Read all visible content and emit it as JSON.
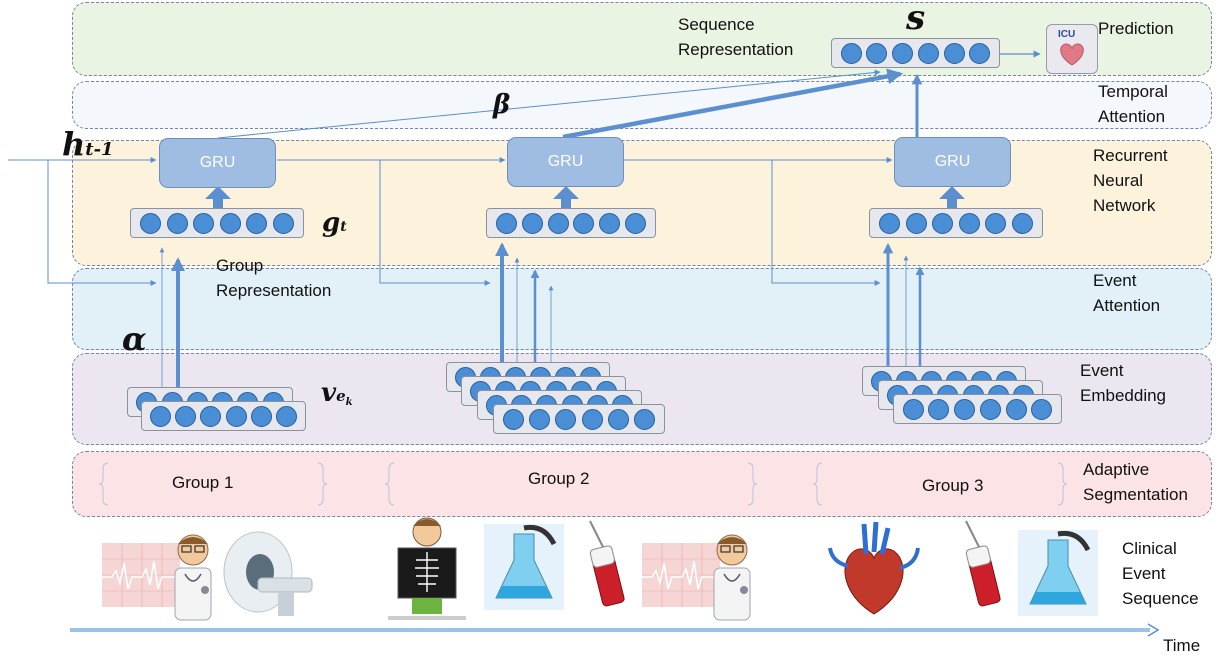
{
  "layers": {
    "prediction": "Prediction",
    "temporal_attention": "Temporal\nAttention",
    "rnn": "Recurrent\nNeural\nNetwork",
    "event_attention": "Event\nAttention",
    "event_embedding": "Event\nEmbedding",
    "adaptive_segmentation": "Adaptive\nSegmentation",
    "clinical_event_sequence": "Clinical\nEvent\nSequence"
  },
  "labels": {
    "sequence_representation": "Sequence\nRepresentation",
    "group_representation": "Group\nRepresentation",
    "gru": "GRU",
    "time": "Time",
    "icu": "ICU"
  },
  "math": {
    "s": "s",
    "beta": "β",
    "alpha": "α",
    "h": "h",
    "h_sub": "t-1",
    "g": "g",
    "g_sub": "t",
    "v": "v",
    "v_sub": "e",
    "v_subsub": "k"
  },
  "groups": [
    "Group 1",
    "Group 2",
    "Group 3"
  ],
  "icons": [
    "ecg-icon",
    "doctor-icon",
    "mri-scanner-icon",
    "xray-child-icon",
    "lab-flask-icon",
    "syringe-icon",
    "ecg-icon",
    "doctor-icon",
    "heart-icon",
    "syringe-icon",
    "lab-flask-icon"
  ],
  "colors": {
    "prediction_band": "#eaf4e2",
    "temporal_band": "#f4f8fd",
    "rnn_band": "#fdf2dc",
    "event_attention_band": "#e2f1f8",
    "embedding_band": "#ece6f0",
    "segmentation_band": "#fbe3e6",
    "gru_box": "#9fbde3",
    "node": "#4a8fd6",
    "arrow": "#5b8fd0"
  }
}
